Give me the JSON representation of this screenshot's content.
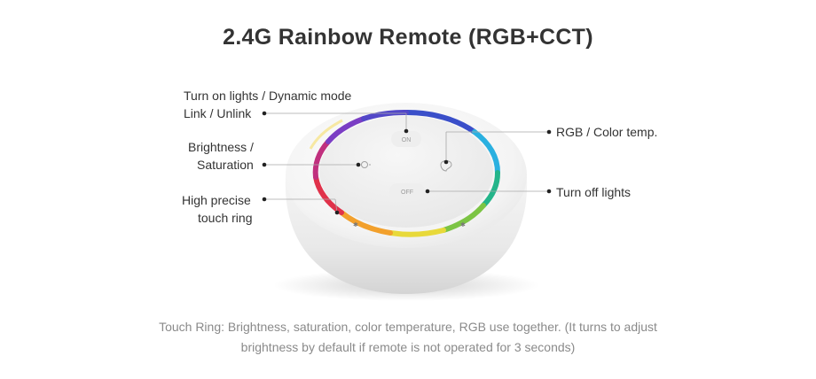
{
  "title": "2.4G Rainbow Remote (RGB+CCT)",
  "callouts": {
    "on_line1": "Turn on lights / Dynamic mode",
    "on_line2": "Link / Unlink",
    "rgb": "RGB / Color  temp.",
    "bright_line1": "Brightness /",
    "bright_line2": "Saturation",
    "off": "Turn off lights",
    "ring_line1": "High precise",
    "ring_line2": "touch ring"
  },
  "remote": {
    "on_button": "ON",
    "off_button": "OFF"
  },
  "caption": {
    "line1": "Touch Ring: Brightness, saturation, color temperature, RGB use together. (It turns to adjust",
    "line2": "brightness by default if remote is not operated for 3 seconds)"
  }
}
